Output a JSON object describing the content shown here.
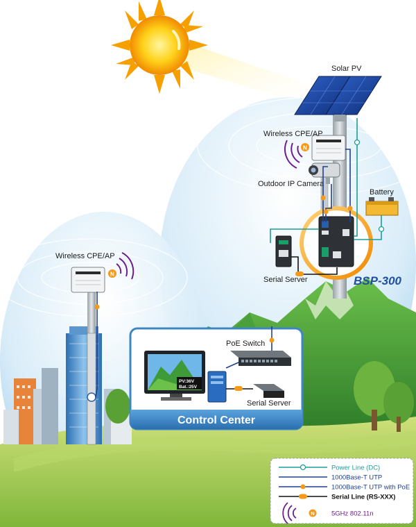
{
  "labels": {
    "solar_pv": "Solar PV",
    "cpe_top": "Wireless CPE/AP",
    "cpe_left": "Wireless CPE/AP",
    "ip_camera": "Outdoor IP Camera",
    "battery": "Battery",
    "serial_server_top": "Serial Server",
    "product": "BSP-300",
    "poe_switch": "PoE Switch",
    "serial_server_cc": "Serial Server",
    "control_center": "Control Center",
    "monitor_pv": "PV:36V",
    "monitor_bat": "Bat.:25V",
    "wireless_badge": "N"
  },
  "legend": {
    "items": [
      {
        "label": "Power Line (DC)",
        "color": "#1a9e9a",
        "marker": "circle"
      },
      {
        "label": "1000Base-T UTP",
        "color": "#1f3f8f",
        "marker": "none"
      },
      {
        "label": "1000Base-T UTP with PoE",
        "color": "#1f3f8f",
        "marker": "orange-circle"
      },
      {
        "label": "Serial Line (RS-XXX)",
        "color": "#111111",
        "marker": "orange-pill"
      },
      {
        "label": "5GHz 802.11n",
        "color": "#6b1f8a",
        "marker": "wireless"
      }
    ]
  },
  "colors": {
    "power_line": "#1a9e9a",
    "utp_line": "#1f3f8f",
    "serial_line": "#111111",
    "wireless": "#6b1f8a",
    "accent_orange": "#f39a1a",
    "control_center_bar": "#3d86c6"
  }
}
